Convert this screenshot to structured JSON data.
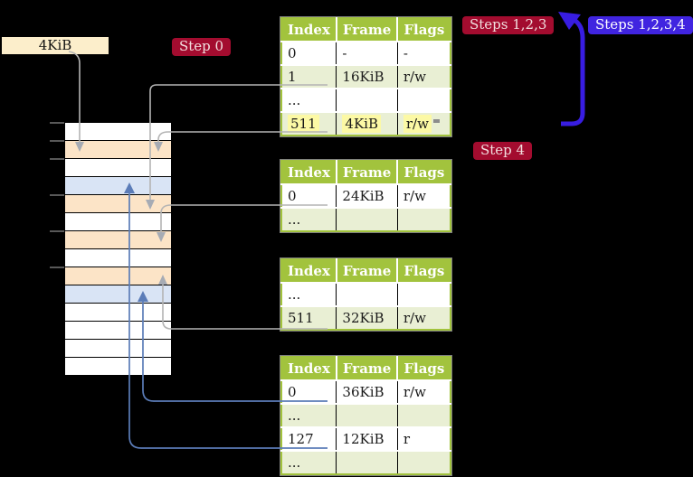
{
  "frame_label": {
    "text": "4KiB"
  },
  "badges": {
    "step0": {
      "label": "Step 0"
    },
    "steps123": {
      "label": "Steps 1,2,3"
    },
    "steps1234": {
      "label": "Steps 1,2,3,4"
    },
    "step4": {
      "label": "Step 4"
    }
  },
  "tables": [
    {
      "name": "page-table-top",
      "columns": [
        "Index",
        "Frame",
        "Flags"
      ],
      "rows": [
        {
          "cells": [
            "0",
            "-",
            "-"
          ]
        },
        {
          "cells": [
            "1",
            "16KiB",
            "r/w"
          ]
        },
        {
          "cells": [
            "...",
            "",
            ""
          ]
        },
        {
          "cells": [
            "511",
            "4KiB",
            "r/w"
          ],
          "highlighted": true
        }
      ]
    },
    {
      "name": "page-table-second",
      "columns": [
        "Index",
        "Frame",
        "Flags"
      ],
      "rows": [
        {
          "cells": [
            "0",
            "24KiB",
            "r/w"
          ]
        },
        {
          "cells": [
            "...",
            "",
            ""
          ]
        }
      ]
    },
    {
      "name": "page-table-third",
      "columns": [
        "Index",
        "Frame",
        "Flags"
      ],
      "rows": [
        {
          "cells": [
            "...",
            "",
            ""
          ]
        },
        {
          "cells": [
            "511",
            "32KiB",
            "r/w"
          ]
        }
      ]
    },
    {
      "name": "page-table-bottom",
      "columns": [
        "Index",
        "Frame",
        "Flags"
      ],
      "rows": [
        {
          "cells": [
            "0",
            "36KiB",
            "r/w"
          ]
        },
        {
          "cells": [
            "...",
            "",
            ""
          ]
        },
        {
          "cells": [
            "127",
            "12KiB",
            "r"
          ]
        },
        {
          "cells": [
            "...",
            "",
            ""
          ]
        }
      ]
    }
  ],
  "memory_strip": {
    "row_colors": [
      "white",
      "orange",
      "white",
      "blue",
      "orange",
      "white",
      "orange",
      "white",
      "orange",
      "blue",
      "white",
      "white",
      "white",
      "white"
    ]
  },
  "colors": {
    "table_header": "#a2c33d",
    "table_border": "#a2c33d",
    "table_row_alt": "#e9efd4",
    "highlight": "#fcf9a5",
    "badge_red": "#a30c2f",
    "badge_blue": "#4024e0",
    "arrow_blue": "#381de2",
    "connector_gray": "#b4b4b4",
    "connector_gray_head": "#a6abb4",
    "connector_blue": "#5b7cb8",
    "frame_label_bg": "#fceecb",
    "strip_orange": "#fce4c7",
    "strip_blue": "#d9e4f5"
  }
}
